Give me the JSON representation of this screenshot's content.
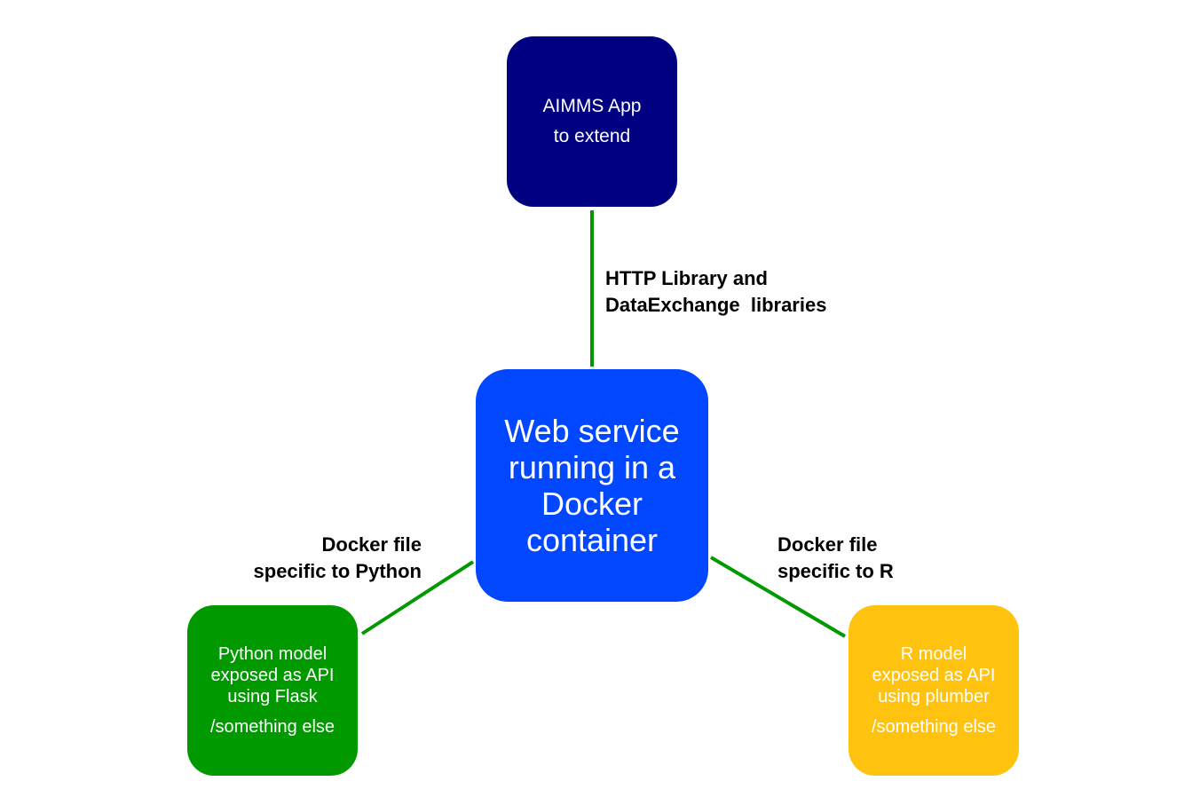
{
  "colors": {
    "connector": "#009900",
    "aimms_node": "#000080",
    "web_service_node": "#0047ff",
    "python_node": "#009900",
    "r_node": "#ffc20e",
    "node_text": "#ffffff",
    "label_text": "#000000"
  },
  "nodes": {
    "aimms": {
      "lines": [
        "AIMMS App",
        "to extend"
      ]
    },
    "web_service": {
      "lines": [
        "Web service",
        "running in a",
        "Docker",
        "container"
      ]
    },
    "python": {
      "lines": [
        "Python model",
        "exposed as API",
        "using Flask",
        "/something else"
      ]
    },
    "r": {
      "lines": [
        "R model",
        "exposed as API",
        "using plumber",
        "/something else"
      ]
    }
  },
  "edges": {
    "http": {
      "lines": [
        "HTTP Library and",
        "DataExchange  libraries"
      ]
    },
    "python": {
      "lines": [
        "Docker file",
        "specific to Python"
      ]
    },
    "r": {
      "lines": [
        "Docker file",
        "specific to R"
      ]
    }
  }
}
